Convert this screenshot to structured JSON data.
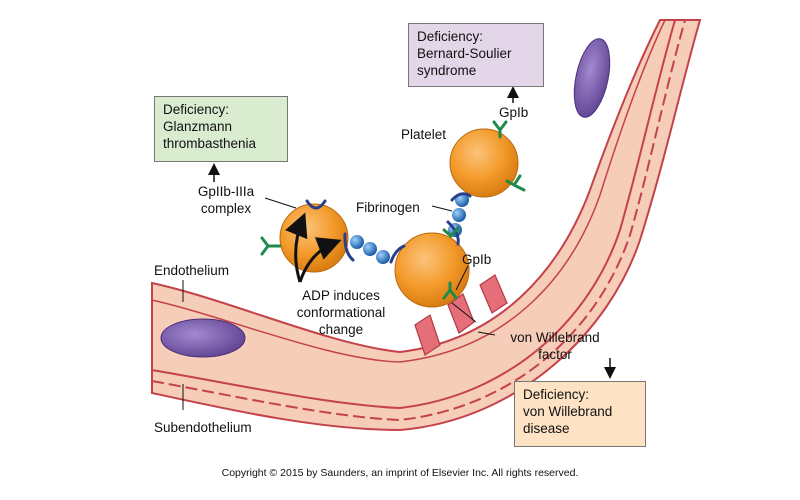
{
  "boxes": {
    "glanzmann": {
      "text": "Deficiency:\nGlanzmann\nthrombasthenia",
      "color": "#d9ecd0"
    },
    "bernard_soulier": {
      "text": "Deficiency:\nBernard-Soulier\nsyndrome",
      "color": "#e3d6e8"
    },
    "von_willebrand": {
      "text": "Deficiency:\nvon Willebrand\ndisease",
      "color": "#fde2c4"
    }
  },
  "labels": {
    "gpiib_iiia": "GpIIb-IIIa\ncomplex",
    "platelet": "Platelet",
    "gpib_top": "GpIb",
    "fibrinogen": "Fibrinogen",
    "gpib_mid": "GpIb",
    "endothelium": "Endothelium",
    "adp": "ADP induces\nconformational\nchange",
    "vwf": "von Willebrand\nfactor",
    "subendothelium": "Subendothelium"
  },
  "copyright": "Copyright © 2015 by Saunders, an imprint of Elsevier Inc. All rights reserved.",
  "colors": {
    "vessel_wall": "#f6cdb8",
    "wall_stroke": "#c4424a",
    "platelet": "#f39a2a",
    "nucleus": "#7a5aa6",
    "receptor_green": "#1f8a4a",
    "receptor_blue": "#2a3f8a",
    "bead": "#2a73c4",
    "vwf_arrow": "#e56f78"
  }
}
